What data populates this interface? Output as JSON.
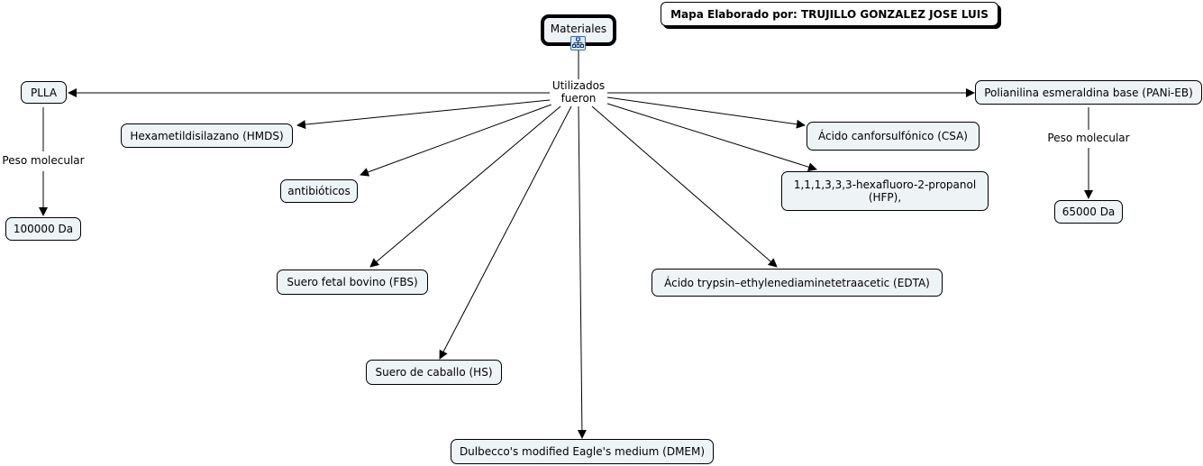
{
  "author": "Mapa Elaborado por: TRUJILLO GONZALEZ JOSE LUIS",
  "root": "Materiales",
  "root_icon": "concept-map-icon",
  "link_used": "Utilizados fueron",
  "link_weight_left": "Peso molecular",
  "link_weight_right": "Peso molecular",
  "concepts": {
    "plla": "PLLA",
    "plla_weight": "100000 Da",
    "hmds": "Hexametildisilazano (HMDS)",
    "antibiotics": "antibióticos",
    "fbs": "Suero fetal bovino (FBS)",
    "hs": "Suero de caballo (HS)",
    "dmem": "Dulbecco's modified Eagle's medium (DMEM)",
    "edta": "Ácido trypsin–ethylenediaminetetraacetic (EDTA)",
    "hfp": "1,1,1,3,3,3-hexafluoro-2-propanol (HFP),",
    "csa": "Ácido canforsulfónico (CSA)",
    "pani": "Polianilina esmeraldina base (PANi-EB)",
    "pani_weight": "65000 Da"
  }
}
